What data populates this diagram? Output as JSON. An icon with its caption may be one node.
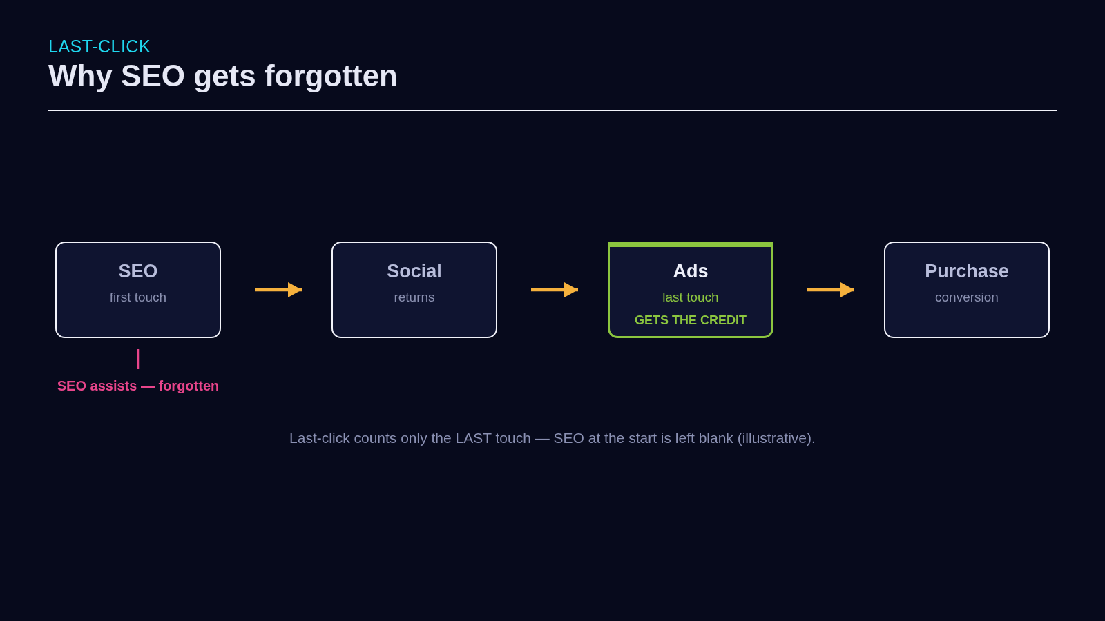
{
  "diagram": {
    "title": "Why SEO gets forgotten",
    "caption": "Last-click counts only the LAST touch — SEO at the start is left blank (illustrative).",
    "nodes": [
      {
        "text": [
          "SEO",
          "first touch"
        ]
      },
      {
        "text": [
          "Social",
          "returns"
        ]
      },
      {
        "text": [
          "Ads",
          "last touch",
          "GETS THE CREDIT"
        ]
      },
      {
        "text": [
          "Purchase",
          "conversion"
        ]
      },
      {
        "text": [
          "SEO assists — forgotten"
        ]
      }
    ],
    "edges": [
      {
        "from": 0,
        "to": 1,
        "arrow": "to"
      },
      {
        "from": 1,
        "to": 2,
        "arrow": "to"
      },
      {
        "from": 2,
        "to": 3,
        "arrow": "to"
      },
      {
        "from": 4,
        "to": 0,
        "arrow": "none",
        "color": "#e8458b"
      }
    ],
    "labels": [
      "LAST-CLICK"
    ]
  }
}
